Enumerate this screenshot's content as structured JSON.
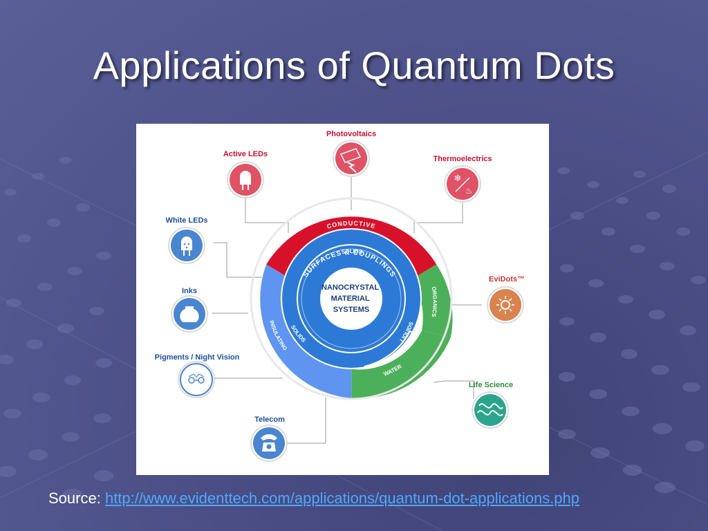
{
  "slide": {
    "title": "Applications of Quantum Dots",
    "source_prefix": "Source:",
    "source_link": "http://www.evidenttech.com/applications/quantum-dot-applications.php"
  },
  "diagram": {
    "center_lines": [
      "NANOCRYSTAL",
      "MATERIAL",
      "SYSTEMS"
    ],
    "inner_ring": "SURFACES & COUPLINGS",
    "middle_ring": {
      "solids_top": "SOLIDS",
      "solids_left": "SOLIDS",
      "liquids": "LIQUIDS"
    },
    "outer_ring": {
      "conductive": "CONDUCTIVE",
      "organics": "ORGANICS",
      "water": "WATER",
      "insulating": "INSULATING"
    },
    "applications": [
      {
        "label": "Photovoltaics",
        "icon": "solar-panel-icon"
      },
      {
        "label": "Active LEDs",
        "icon": "led-bulb-icon"
      },
      {
        "label": "Thermoelectrics",
        "icon": "snow-fire-icon"
      },
      {
        "label": "White LEDs",
        "icon": "white-led-icon"
      },
      {
        "label": "EviDots™",
        "icon": "sun-icon"
      },
      {
        "label": "Inks",
        "icon": "ink-bottle-icon"
      },
      {
        "label": "Pigments / Night Vision",
        "icon": "goggles-icon"
      },
      {
        "label": "Life Science",
        "icon": "dna-wave-icon"
      },
      {
        "label": "Telecom",
        "icon": "telephone-icon"
      }
    ]
  },
  "colors": {
    "red": "#d8112a",
    "green": "#4cb05a",
    "blue_outer": "#5f95f0",
    "blue_inner": "#2d7ad6",
    "icon_red": "#e05266",
    "icon_blue": "#4a86d0",
    "icon_orange": "#d9834f",
    "icon_teal": "#2aa58c",
    "label_red": "#c8102e",
    "label_blue": "#1b4f9c",
    "label_orange": "#c0392b",
    "label_green": "#2a8f3c"
  }
}
